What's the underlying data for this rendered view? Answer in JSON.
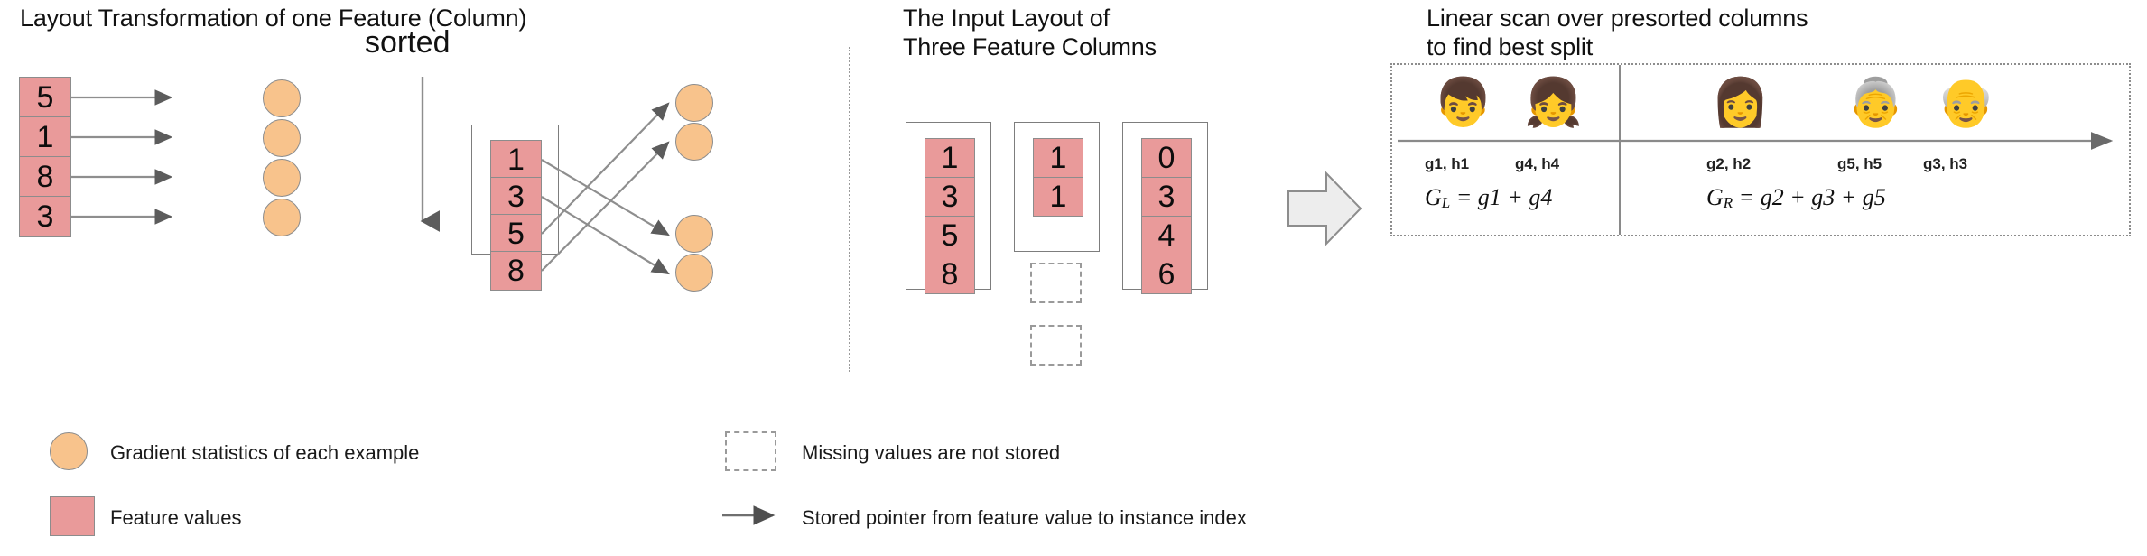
{
  "headings": {
    "left": "Layout Transformation of one Feature (Column)",
    "middle": "The Input Layout of\nThree Feature Columns",
    "right": "Linear scan over presorted columns\nto find best split"
  },
  "labels": {
    "sorted": "sorted"
  },
  "left_panel": {
    "unsorted_values": [
      "5",
      "1",
      "8",
      "3"
    ],
    "sorted_values": [
      "1",
      "3",
      "5",
      "8"
    ],
    "circle_count": 4,
    "pointer_map": [
      2,
      3,
      0,
      1
    ]
  },
  "middle_panel": {
    "columns": [
      {
        "values": [
          "1",
          "3",
          "5",
          "8"
        ],
        "missing": 0
      },
      {
        "values": [
          "1",
          "1"
        ],
        "missing": 2
      },
      {
        "values": [
          "0",
          "3",
          "4",
          "6"
        ],
        "missing": 0
      }
    ]
  },
  "right_panel": {
    "instances": [
      {
        "icon": "boy-blue-icon",
        "glyph": "👦",
        "label": "g1, h1",
        "side": "left"
      },
      {
        "icon": "girl-pink-icon",
        "glyph": "👧",
        "label": "g4, h4",
        "side": "left"
      },
      {
        "icon": "woman-brown-hair-icon",
        "glyph": "👩",
        "label": "g2, h2",
        "side": "right"
      },
      {
        "icon": "older-woman-icon",
        "glyph": "👵",
        "label": "g5, h5",
        "side": "right"
      },
      {
        "icon": "older-man-icon",
        "glyph": "👴",
        "label": "g3, h3",
        "side": "right"
      }
    ],
    "formula_left": {
      "lhs": "G",
      "sub": "L",
      "rhs": "= g1 + g4"
    },
    "formula_right": {
      "lhs": "G",
      "sub": "R",
      "rhs": "= g2 + g3 + g5"
    }
  },
  "legend": [
    {
      "marker": "circle",
      "text": "Gradient statistics of each example"
    },
    {
      "marker": "square",
      "text": "Feature values"
    },
    {
      "marker": "dashed-box",
      "text": "Missing values are not stored"
    },
    {
      "marker": "arrow",
      "text": "Stored pointer from feature value to instance index"
    }
  ],
  "colors": {
    "feature_value": "#e99a9a",
    "gradient_stat": "#f8c38c",
    "stroke": "#8c8c8c",
    "arrow_fill": "#ededed"
  }
}
